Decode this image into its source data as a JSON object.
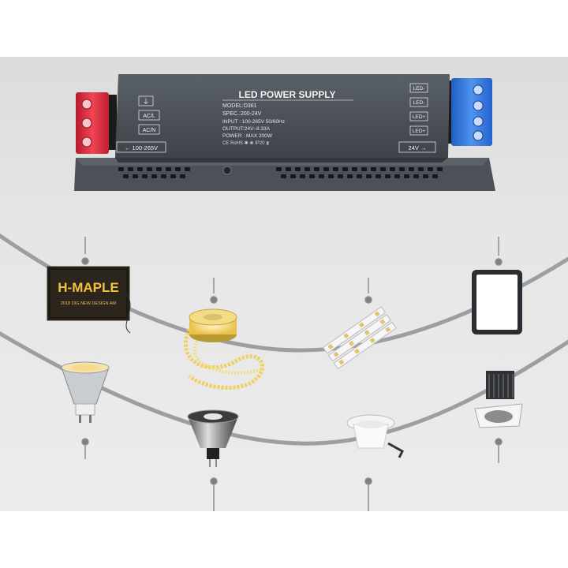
{
  "power_supply": {
    "title": "LED POWER SUPPLY",
    "model": "MODEL:D361",
    "spec": "SPEC.:200-24V",
    "input": "INPUT : 100-265V 50/60Hz",
    "output": "OUTPUT:24V–8.33A",
    "power": "POWER : MAX 200W",
    "certs": "CE RoHS ✱ ❀ IP20 ⧗",
    "left_terminals": [
      "⏚",
      "AC/L",
      "AC/N"
    ],
    "right_terminals": [
      "LED-",
      "LED-",
      "LED+",
      "LED+"
    ],
    "input_arrow": "← 100-265V",
    "output_arrow": "24V →"
  },
  "sign": {
    "title": "H-MAPLE",
    "subtitle": "2018 DIG    NEW DESIGN  AM"
  },
  "icons": [
    "led-sign",
    "led-strip-reel",
    "led-module",
    "tablet-display",
    "gu10-bulb",
    "mr16-bulb",
    "downlight",
    "spotlight"
  ],
  "colors": {
    "casing": "#4a5057",
    "terminal_red": "#d8283a",
    "terminal_blue": "#2a6fd6",
    "wire": "#8f9499",
    "background": "#e3e3e3"
  }
}
